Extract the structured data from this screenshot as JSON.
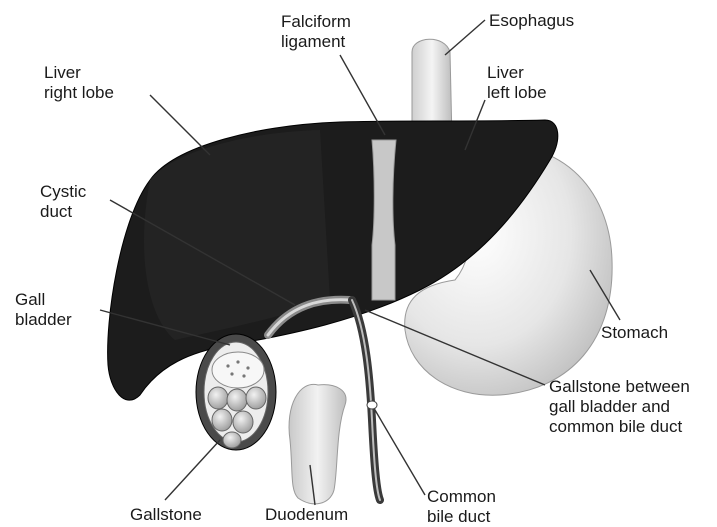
{
  "labels": {
    "falciform": [
      "Falciform",
      "ligament"
    ],
    "esophagus": [
      "Esophagus"
    ],
    "liver_right": [
      "Liver",
      "right lobe"
    ],
    "liver_left": [
      "Liver",
      "left lobe"
    ],
    "cystic_duct": [
      "Cystic",
      "duct"
    ],
    "gall_bladder": [
      "Gall",
      "bladder"
    ],
    "stomach": [
      "Stomach"
    ],
    "gallstone_between": [
      "Gallstone between",
      "gall bladder and",
      "common bile duct"
    ],
    "common_bile_duct": [
      "Common",
      "bile duct"
    ],
    "gallstone": [
      "Gallstone"
    ],
    "duodenum": [
      "Duodenum"
    ]
  }
}
